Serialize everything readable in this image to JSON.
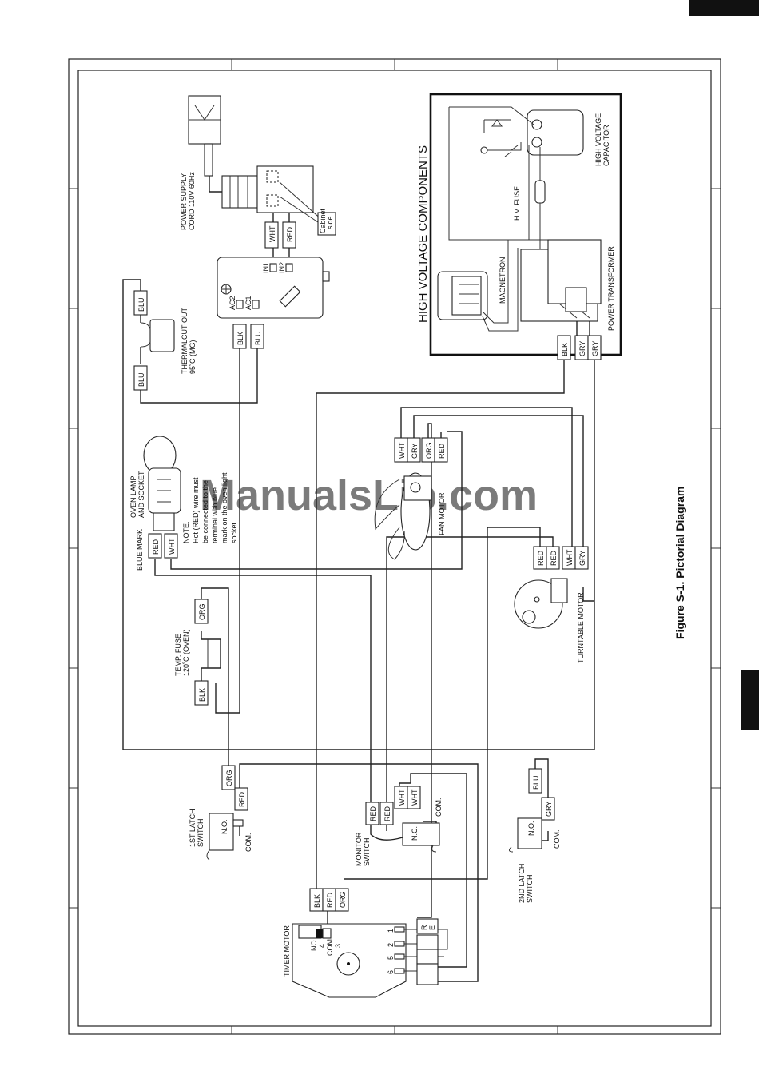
{
  "figure_caption": "Figure S-1. Pictorial Diagram",
  "watermark": "ManualsLib.com",
  "components": {
    "power_supply_cord": "POWER SUPPLY\nCORD 110V 60Hz",
    "cabinet_side": "Cabinet\nside",
    "thermal_cutout": "THERMALCUT-OUT\n95˚C (MG)",
    "oven_lamp": "OVEN LAMP\nAND SOCKET",
    "blue_mark": "BLUE MARK",
    "note": "NOTE:\nHot (RED) wire must\nbe connected to the\nterminal with blue\nmark on the oven light\nsocket.",
    "temp_fuse": "TEMP. FUSE\n120˚C (OVEN)",
    "fan_motor": "FAN MOTOR",
    "turntable_motor": "TURNTABLE MOTOR",
    "first_latch": "1ST LATCH\nSWITCH",
    "monitor_switch": "MONITOR\nSWITCH",
    "second_latch": "2ND LATCH\nSWITCH",
    "timer_motor": "TIMER MOTOR",
    "high_voltage_components": "HIGH VOLTAGE COMPONENTS",
    "magnetron": "MAGNETRON",
    "hv_fuse": "H.V. FUSE",
    "hv_capacitor": "HIGH VOLTAGE\nCAPACITOR",
    "power_transformer": "POWER TRANSFORMER"
  },
  "terminals": {
    "in1": "IN1",
    "in2": "IN2",
    "ac1": "AC1",
    "ac2": "AC2",
    "no": "N.O.",
    "nc": "N.C.",
    "com": "COM.",
    "timer_no": "NO",
    "timer_4": "4",
    "timer_com": "COM",
    "timer_3": "3",
    "t1": "1",
    "t2": "2",
    "t5": "5",
    "t6": "6"
  },
  "wires": {
    "wht": "WHT",
    "red": "RED",
    "blk": "BLK",
    "blu": "BLU",
    "org": "ORG",
    "gry": "GRY",
    "red_v": "R\nE\nD",
    "org_v": "O\nR\nG",
    "gry_v": "G\nR\nY",
    "wht_v": "W\nH\nT"
  }
}
